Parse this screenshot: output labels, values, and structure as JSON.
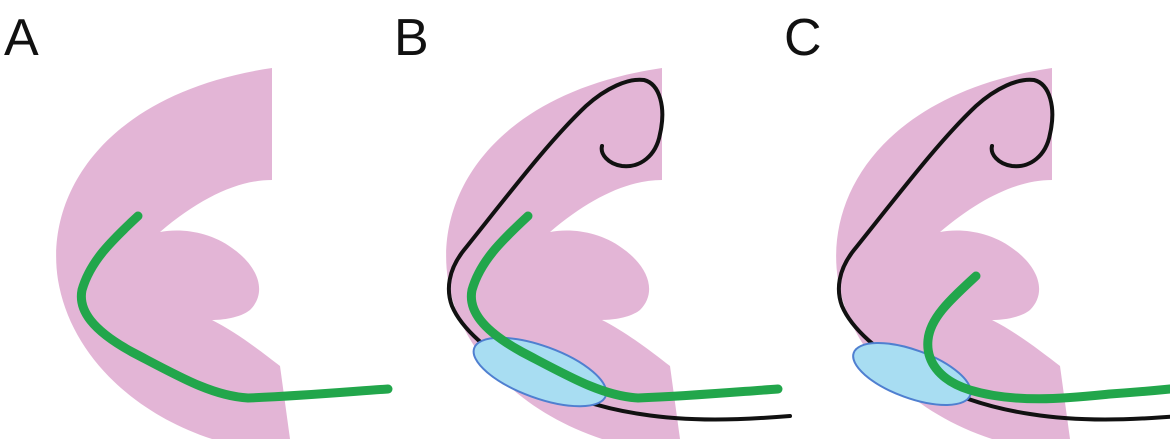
{
  "panels": [
    {
      "id": "a",
      "label": "A",
      "show_outer_catheter": false,
      "show_balloon": false,
      "wire_variant": "high"
    },
    {
      "id": "b",
      "label": "B",
      "show_outer_catheter": true,
      "show_balloon": true,
      "wire_variant": "high"
    },
    {
      "id": "c",
      "label": "C",
      "show_outer_catheter": true,
      "show_balloon": true,
      "wire_variant": "deep"
    }
  ],
  "colors": {
    "heart": "#E3B5D6",
    "wire": "#22A64B",
    "catheter": "#111111",
    "balloon_fill": "#A8DDF2",
    "balloon_stroke": "#4F7FD0",
    "label": "#111111"
  }
}
